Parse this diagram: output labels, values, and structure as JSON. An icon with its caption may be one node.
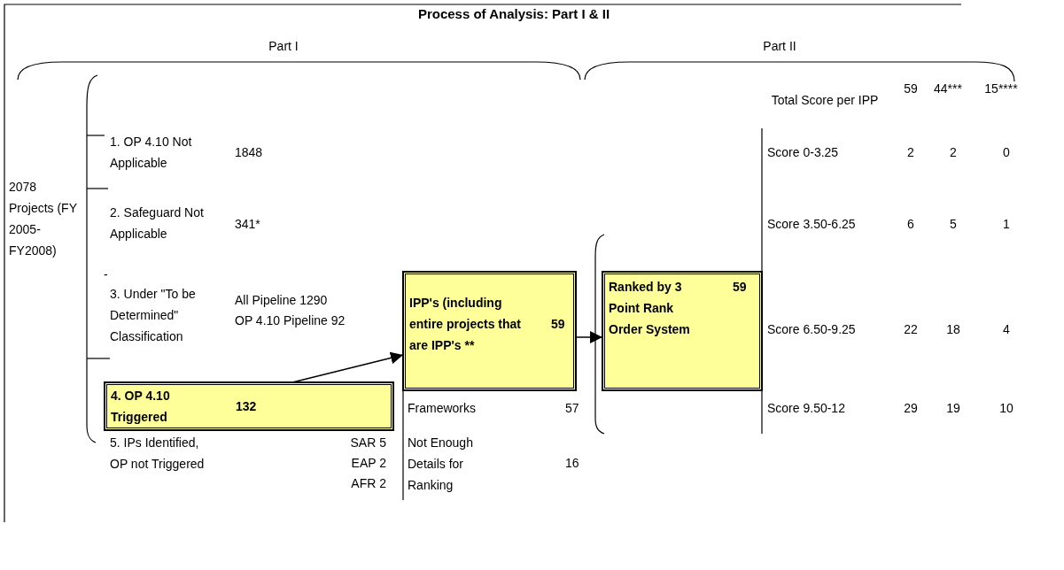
{
  "diagram": {
    "title": "Process of Analysis: Part I & II",
    "nodes": [
      {
        "text": [
          "4. OP 4.10 Triggered",
          "132"
        ]
      },
      {
        "text": [
          "IPP's (including entire projects that are IPP's **",
          "59"
        ]
      },
      {
        "text": [
          "Ranked by 3 Point Rank Order System",
          "59"
        ]
      }
    ],
    "edges": [
      {
        "from": 0,
        "to": 1,
        "arrow": "to"
      },
      {
        "from": 1,
        "to": 2,
        "arrow": "to"
      }
    ],
    "labels": [
      "Part I",
      "Part II",
      "Total Score per IPP",
      "59",
      "44***",
      "15****",
      "1. OP 4.10 Not Applicable",
      "1848",
      "Score 0-3.25",
      "2",
      "2",
      "0",
      "2078 Projects (FY 2005-FY2008)",
      "2. Safeguard Not Applicable",
      "341*",
      "Score 3.50-6.25",
      "6",
      "5",
      "1",
      "-",
      "3. Under \"To be Determined\" Classification",
      "All Pipeline 1290",
      "OP 4.10 Pipeline 92",
      "Score 6.50-9.25",
      "22",
      "18",
      "4",
      "Frameworks",
      "57",
      "Score 9.50-12",
      "29",
      "19",
      "10",
      "5. IPs Identified, OP not Triggered",
      "SAR 5",
      "EAP 2",
      "AFR 2",
      "Not Enough Details for Ranking",
      "16"
    ]
  }
}
